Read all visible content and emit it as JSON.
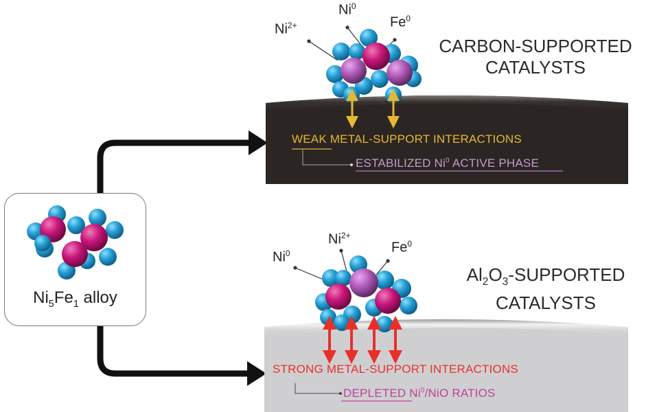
{
  "alloy": {
    "label_main": "Ni",
    "label_sub1": "5",
    "label_mid": "Fe",
    "label_sub2": "1",
    "label_end": " alloy"
  },
  "carbon_panel": {
    "title_line1": "CARBON-SUPPORTED",
    "title_line2": "CATALYSTS",
    "species": [
      {
        "base": "Ni",
        "sup": "2+"
      },
      {
        "base": "Ni",
        "sup": "0"
      },
      {
        "base": "Fe",
        "sup": "0"
      }
    ],
    "interaction_underlined": "WEAK",
    "interaction_rest": " METAL-SUPPORT INTERACTIONS",
    "result_pre": "ESTABILIZED Ni",
    "result_sup": "0",
    "result_post": " ACTIVE PHASE",
    "support_color": "#2b2624",
    "interaction_color": "#e8b830",
    "result_color": "#c89ad0",
    "arrow_count": 2
  },
  "alumina_panel": {
    "title_al": "Al",
    "title_sub1": "2",
    "title_o": "O",
    "title_sub2": "3",
    "title_line1_rest": "-SUPPORTED",
    "title_line2": "CATALYSTS",
    "species": [
      {
        "base": "Ni",
        "sup": "0"
      },
      {
        "base": "Ni",
        "sup": "2+"
      },
      {
        "base": "Fe",
        "sup": "0"
      }
    ],
    "interaction_text": "STRONG METAL-SUPPORT INTERACTIONS",
    "result_underlined": "DEPLETED",
    "result_mid": " Ni",
    "result_sup": "0",
    "result_post": "/NiO RATIOS",
    "support_color": "#cfcfd1",
    "interaction_color": "#e8302a",
    "result_color": "#c0409a",
    "arrow_count": 4
  },
  "colors": {
    "ni_atom": "#2aa3d8",
    "fe_atom": "#c8157a",
    "fe_atom_light": "#b05ab8",
    "flow_arrow": "#111111"
  }
}
